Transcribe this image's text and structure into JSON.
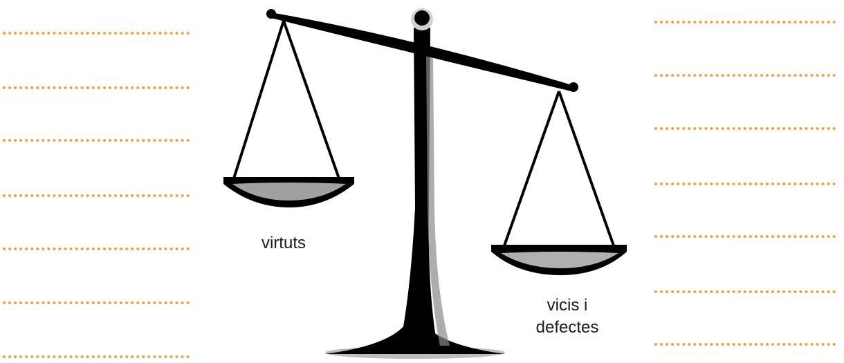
{
  "labels": {
    "left_pan": "virtuts",
    "right_pan_line1": "vicis i",
    "right_pan_line2": "defectes"
  },
  "colors": {
    "dotted_line": "#f0a03c",
    "scale_black": "#000000",
    "pan_gray": "#a0a0a0",
    "text": "#1a1a1a"
  },
  "icons": {
    "scale": "balance-scale-icon"
  },
  "dotted_lines": {
    "left_count": 7,
    "right_count": 7
  }
}
